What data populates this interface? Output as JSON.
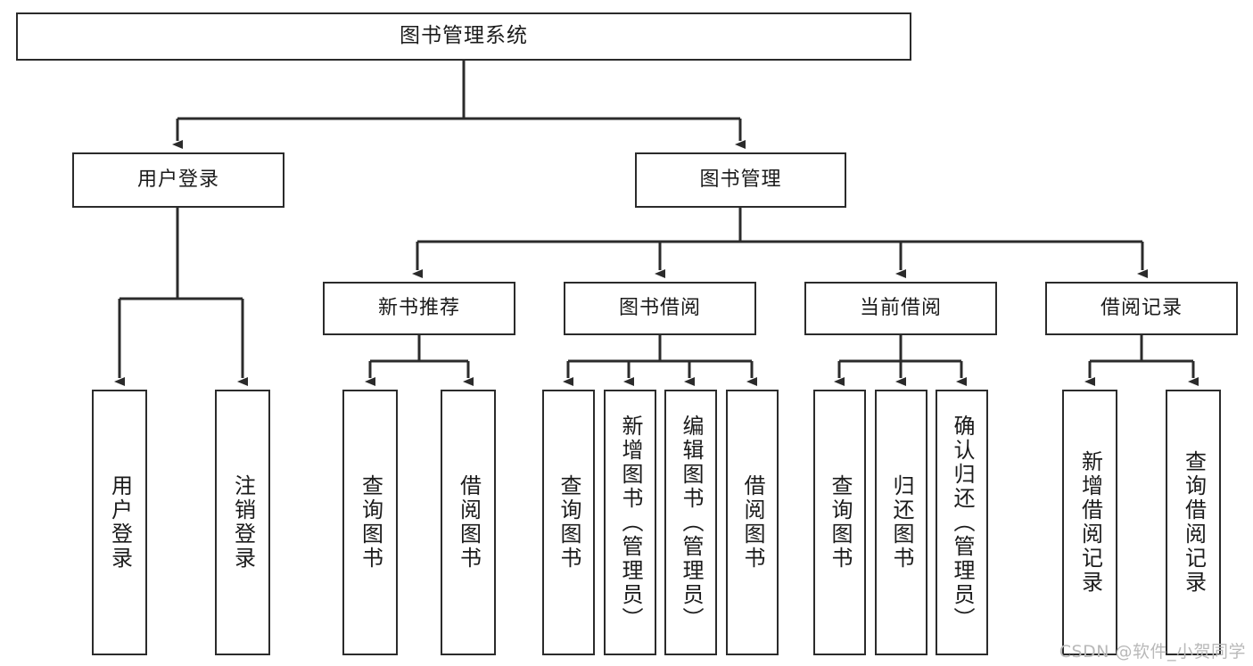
{
  "diagram": {
    "title_text": "图书管理系统",
    "type": "tree-hierarchy-diagram",
    "colors": {
      "box_border": "#2b2b2b",
      "box_fill": "#ffffff",
      "edge": "#2b2b2b",
      "text": "#1b1b1b",
      "watermark": "#b9b9b9"
    },
    "nodes": {
      "root": {
        "label": "图书管理系统"
      },
      "level2": [
        {
          "label": "用户登录"
        },
        {
          "label": "图书管理"
        }
      ],
      "level3": [
        {
          "label": "新书推荐"
        },
        {
          "label": "图书借阅"
        },
        {
          "label": "当前借阅"
        },
        {
          "label": "借阅记录"
        }
      ],
      "leaves_user_login": [
        {
          "label": "用户登录"
        },
        {
          "label": "注销登录"
        }
      ],
      "leaves_new_book": [
        {
          "label": "查询图书"
        },
        {
          "label": "借阅图书"
        }
      ],
      "leaves_borrow": [
        {
          "label": "查询图书"
        },
        {
          "label": "新增图书（管理员）"
        },
        {
          "label": "编辑图书（管理员）"
        },
        {
          "label": "借阅图书"
        }
      ],
      "leaves_current": [
        {
          "label": "查询图书"
        },
        {
          "label": "归还图书"
        },
        {
          "label": "确认归还（管理员）"
        }
      ],
      "leaves_records": [
        {
          "label": "新增借阅记录"
        },
        {
          "label": "查询借阅记录"
        }
      ]
    },
    "watermark": "CSDN @软件_小贺同学"
  }
}
